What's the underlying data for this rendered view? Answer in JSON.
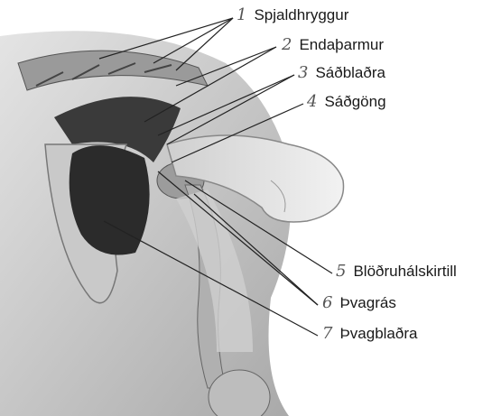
{
  "labels": [
    {
      "num": "1",
      "text": "Spjaldhryggur"
    },
    {
      "num": "2",
      "text": "Endaþarmur"
    },
    {
      "num": "3",
      "text": "Sáðblaðra"
    },
    {
      "num": "4",
      "text": "Sáðgöng"
    },
    {
      "num": "5",
      "text": "Blöðruhálskirtill"
    },
    {
      "num": "6",
      "text": "Þvagrás"
    },
    {
      "num": "7",
      "text": "Þvagblaðra"
    }
  ],
  "colors": {
    "tissue": "#b8b8b8",
    "dark": "#2b2b2b",
    "skin": "#d9d9d9",
    "line": "#222222"
  }
}
